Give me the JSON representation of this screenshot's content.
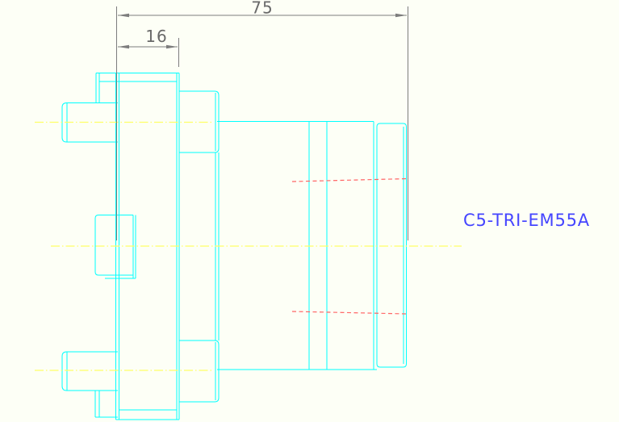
{
  "drawing": {
    "part_label": "C5-TRI-EM55A",
    "dimensions": {
      "overall_length": "75",
      "flange_section": "16"
    }
  },
  "colors": {
    "background": "#fdfff6",
    "outline_cyan": "#00ffff",
    "centerline_yellow": "#ffff66",
    "hidden_red": "#ff6666",
    "dimension_gray": "#7d7d7d",
    "dimension_text_gray": "#696969",
    "label_blue": "#4545ff"
  }
}
